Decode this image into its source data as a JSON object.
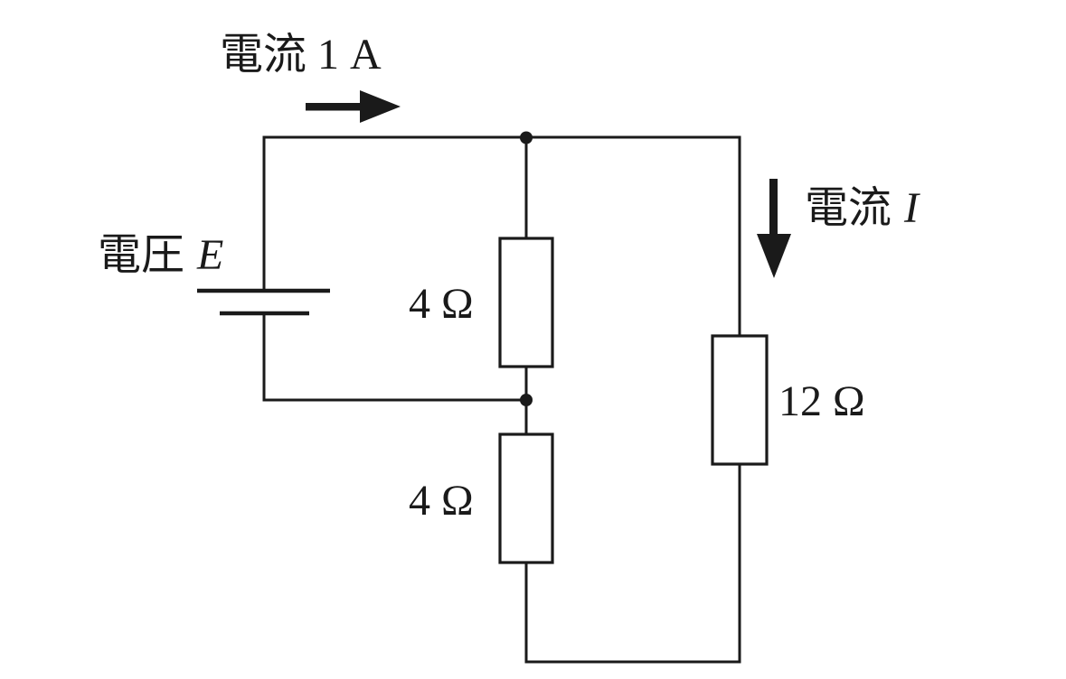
{
  "colors": {
    "background": "#ffffff",
    "line": "#1a1a1a"
  },
  "labels": {
    "source_current": "電流 1 A",
    "voltage_prefix": "電圧",
    "voltage_symbol": "E",
    "branch_current_prefix": "電流",
    "branch_current_symbol": "I"
  },
  "resistors": {
    "parallel_upper": "4 Ω",
    "series_lower": "4 Ω",
    "right_branch": "12 Ω"
  }
}
